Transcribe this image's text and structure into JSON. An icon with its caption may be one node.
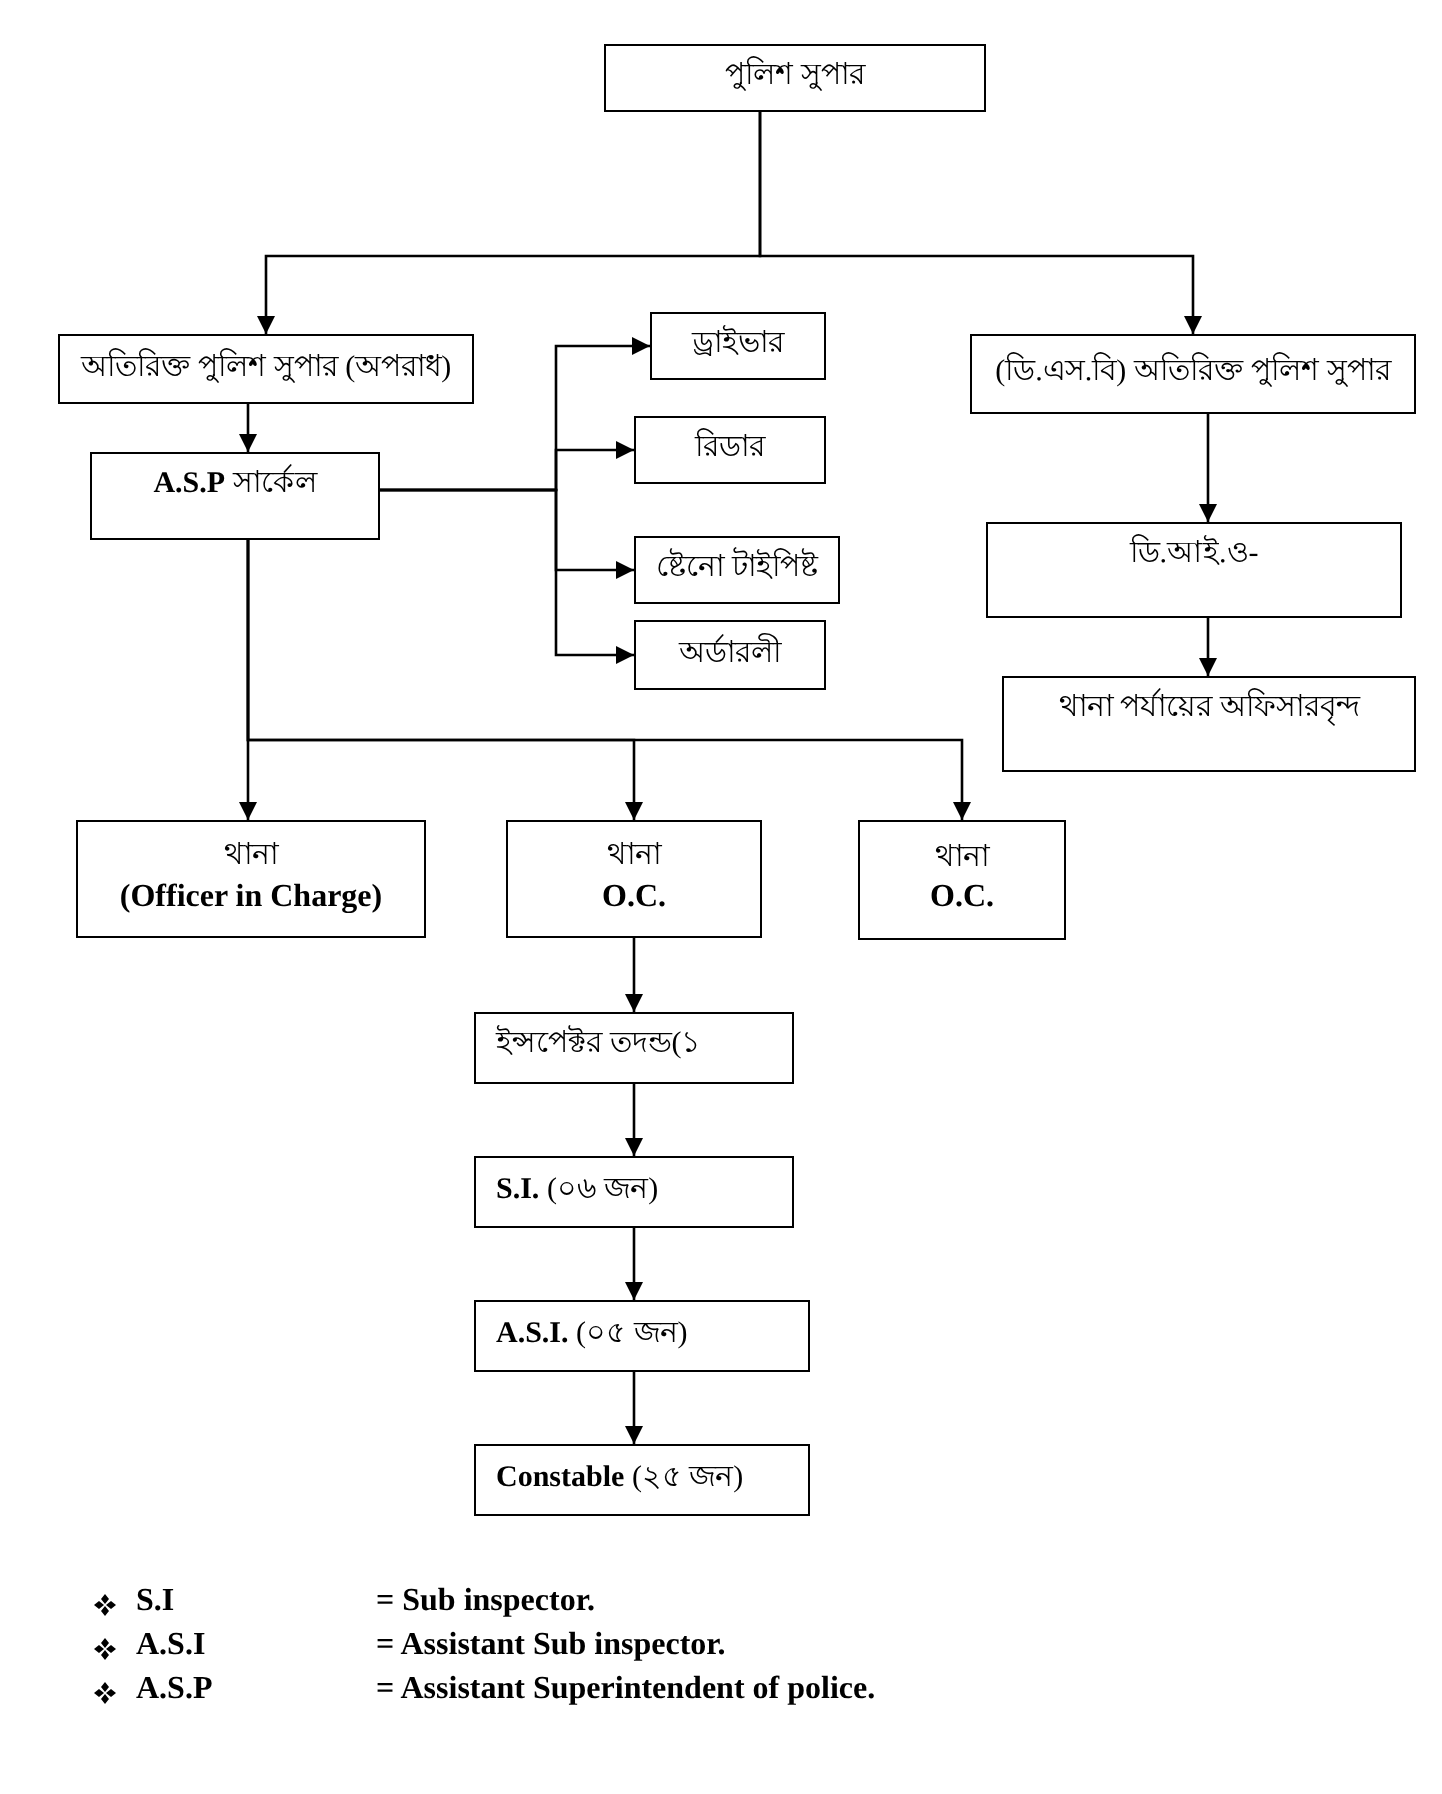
{
  "diagram": {
    "nodes": [
      {
        "text": [
          "পুলিশ সুপার"
        ]
      },
      {
        "text": [
          "অতিরিক্ত পুলিশ সুপার (অপরাধ)"
        ]
      },
      {
        "text": [
          "**A.S.P** সার্কেল"
        ]
      },
      {
        "text": [
          "ড্রাইভার"
        ]
      },
      {
        "text": [
          "রিডার"
        ]
      },
      {
        "text": [
          "ষ্টেনো টাইপিষ্ট"
        ]
      },
      {
        "text": [
          "অর্ডারলী"
        ]
      },
      {
        "text": [
          "(ডি.এস.বি) অতিরিক্ত পুলিশ সুপার"
        ]
      },
      {
        "text": [
          "ডি.আই.ও-"
        ]
      },
      {
        "text": [
          "থানা পর্যায়ের অফিসারবৃন্দ"
        ]
      },
      {
        "text": [
          "থানা",
          "(Officer in Charge)"
        ]
      },
      {
        "text": [
          "থানা",
          "O.C."
        ]
      },
      {
        "text": [
          "থানা",
          "O.C."
        ]
      },
      {
        "text": [
          "ইন্সপেক্টর তদন্ড(১"
        ]
      },
      {
        "text": [
          "**S.I.** (০৬ জন)"
        ]
      },
      {
        "text": [
          "**A.S.I.** (০৫ জন)"
        ]
      },
      {
        "text": [
          "**Constable** (২৫ জন)"
        ]
      }
    ],
    "edges": [
      {
        "from": 0,
        "to": 1,
        "arrow": "to"
      },
      {
        "from": 0,
        "to": 7,
        "arrow": "to"
      },
      {
        "from": 1,
        "to": 2,
        "arrow": "to"
      },
      {
        "from": 2,
        "to": 3,
        "arrow": "to"
      },
      {
        "from": 2,
        "to": 4,
        "arrow": "to"
      },
      {
        "from": 2,
        "to": 5,
        "arrow": "to"
      },
      {
        "from": 2,
        "to": 6,
        "arrow": "to"
      },
      {
        "from": 7,
        "to": 8,
        "arrow": "to"
      },
      {
        "from": 8,
        "to": 9,
        "arrow": "to"
      },
      {
        "from": 2,
        "to": 10,
        "arrow": "to"
      },
      {
        "from": 2,
        "to": 11,
        "arrow": "to"
      },
      {
        "from": 2,
        "to": 12,
        "arrow": "to"
      },
      {
        "from": 11,
        "to": 13,
        "arrow": "to"
      },
      {
        "from": 13,
        "to": 14,
        "arrow": "to"
      },
      {
        "from": 14,
        "to": 15,
        "arrow": "to"
      },
      {
        "from": 15,
        "to": 16,
        "arrow": "to"
      }
    ],
    "labels": [
      "S.I",
      "= Sub inspector.",
      "A.S.I",
      "= Assistant Sub inspector.",
      "A.S.P",
      "= Assistant Superintendent of police."
    ]
  }
}
